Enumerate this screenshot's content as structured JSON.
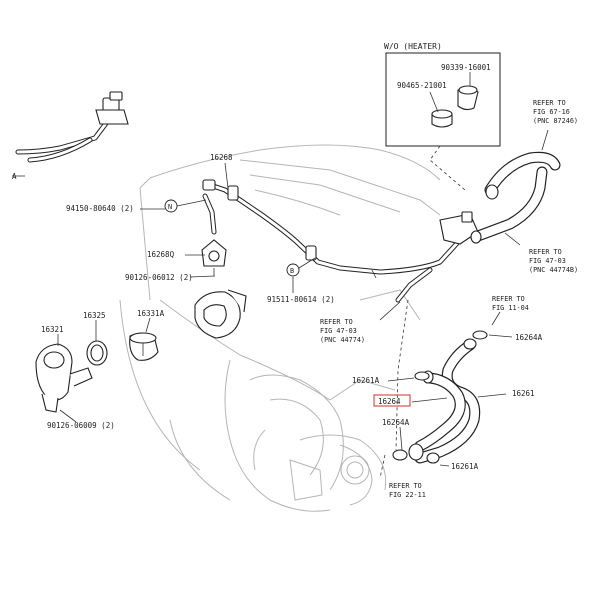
{
  "inset": {
    "title": "W/O (HEATER)",
    "labels": [
      "90339-16001",
      "90465-21001"
    ]
  },
  "labels": {
    "p16268": "16268",
    "p94150": "94150-80640 (2)",
    "markN": "N",
    "p16268Q": "16268Q",
    "p90126_12": "90126-06012 (2)",
    "markB": "B",
    "p91511": "91511-80614 (2)",
    "p16321": "16321",
    "p16325": "16325",
    "p16331A": "16331A",
    "p90126_09": "90126-06009 (2)",
    "p16264A_right": "16264A",
    "p16261A_mid": "16261A",
    "p16264_boxed": "16264",
    "p16261": "16261",
    "p16264A_low": "16264A",
    "p16261A_low": "16261A",
    "edge_left": "A"
  },
  "refs": {
    "fig67_16": [
      "REFER TO",
      "FIG 67-16",
      "(PNC 87246)"
    ],
    "fig47_03_right": [
      "REFER TO",
      "FIG 47-03",
      "(PNC 44774B)"
    ],
    "fig11_04": [
      "REFER TO",
      "FIG 11-04"
    ],
    "fig47_03_mid": [
      "REFER TO",
      "FIG 47-03",
      "(PNC 44774)"
    ],
    "fig22_11": [
      "REFER TO",
      "FIG 22-11"
    ]
  },
  "colors": {
    "highlight_box": "#c0392b",
    "ink": "#222222",
    "ghost": "#b5b5b5"
  }
}
